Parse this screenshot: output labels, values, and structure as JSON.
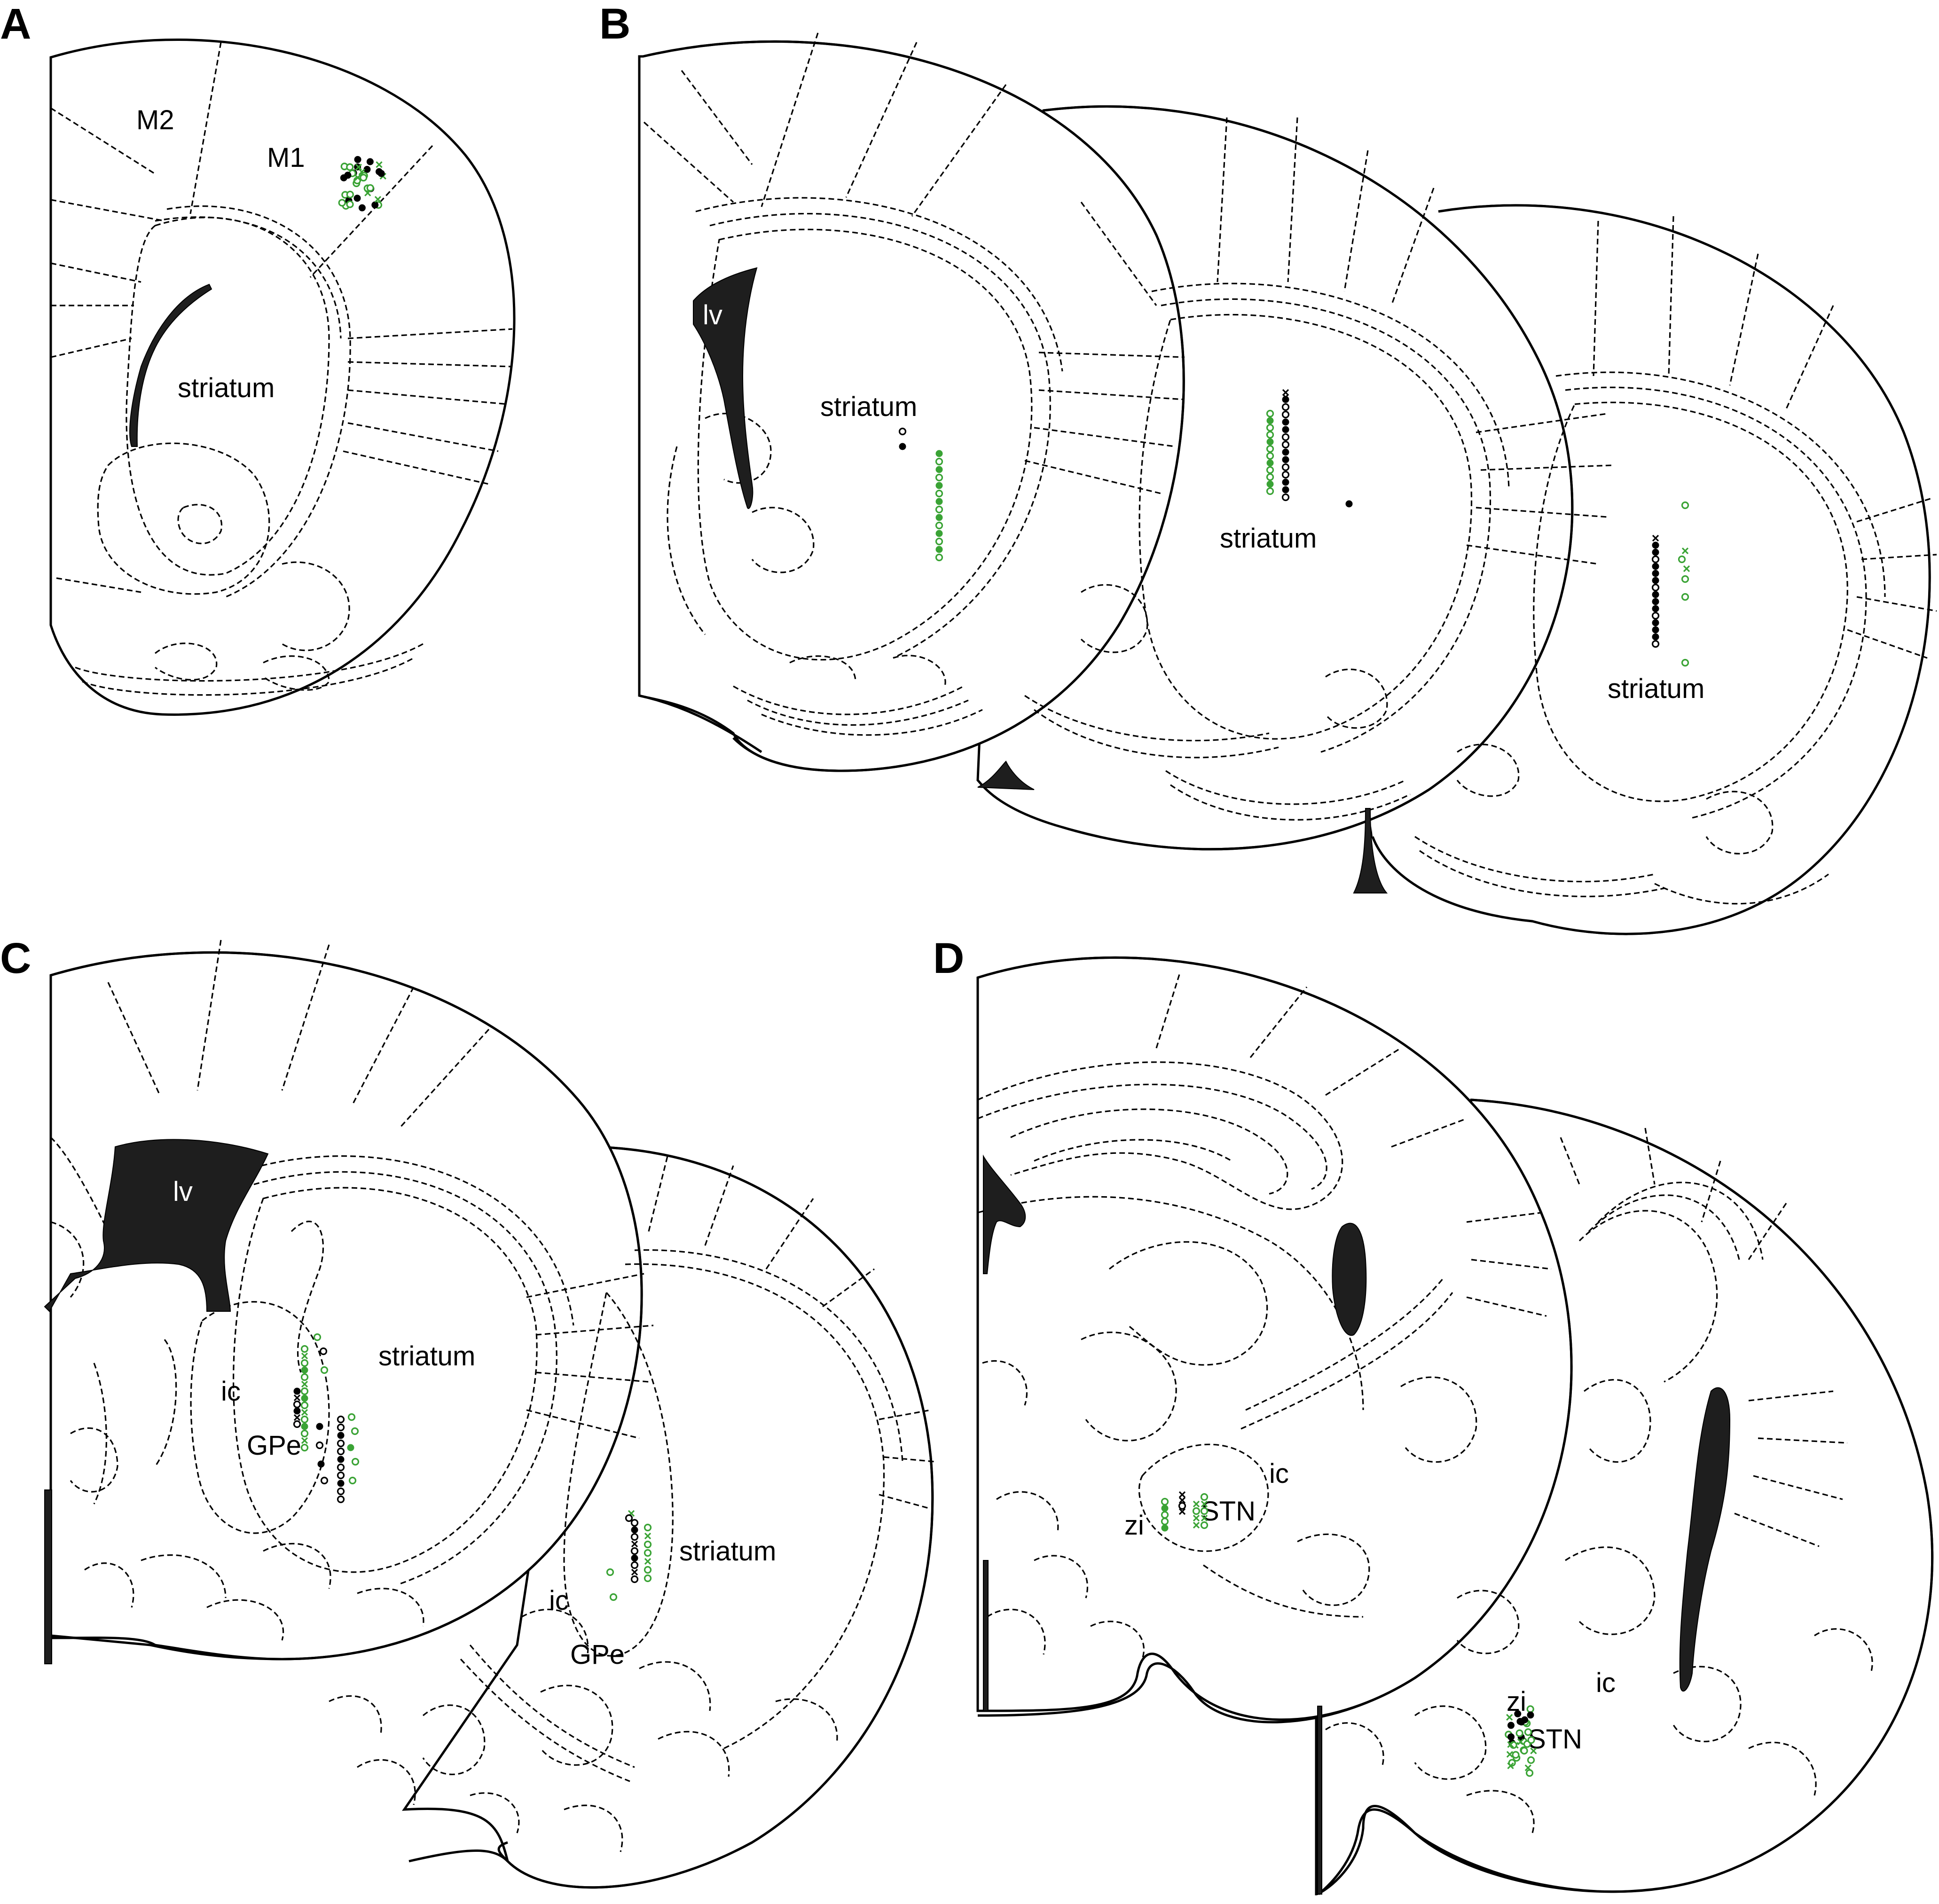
{
  "panels": [
    {
      "letter": "A",
      "labels": {
        "m2": "M2",
        "m1": "M1",
        "striatum": "striatum"
      }
    },
    {
      "letter": "B",
      "labels": {
        "lv": "lv",
        "striatum_1": "striatum",
        "striatum_2": "striatum",
        "striatum_3": "striatum"
      }
    },
    {
      "letter": "C",
      "labels": {
        "lv": "lv",
        "striatum_1": "striatum",
        "ic_1": "ic",
        "gpe_1": "GPe",
        "striatum_2": "striatum",
        "ic_2": "ic",
        "gpe_2": "GPe"
      }
    },
    {
      "letter": "D",
      "labels": {
        "zi_1": "zi",
        "stn_1": "STN",
        "ic_1": "ic",
        "zi_2": "zi",
        "stn_2": "STN",
        "ic_2": "ic"
      }
    }
  ],
  "marker_colors": {
    "green": "#3aa335",
    "black": "#000000"
  },
  "marker_kinds": [
    "filled-circle",
    "open-circle",
    "cross"
  ]
}
